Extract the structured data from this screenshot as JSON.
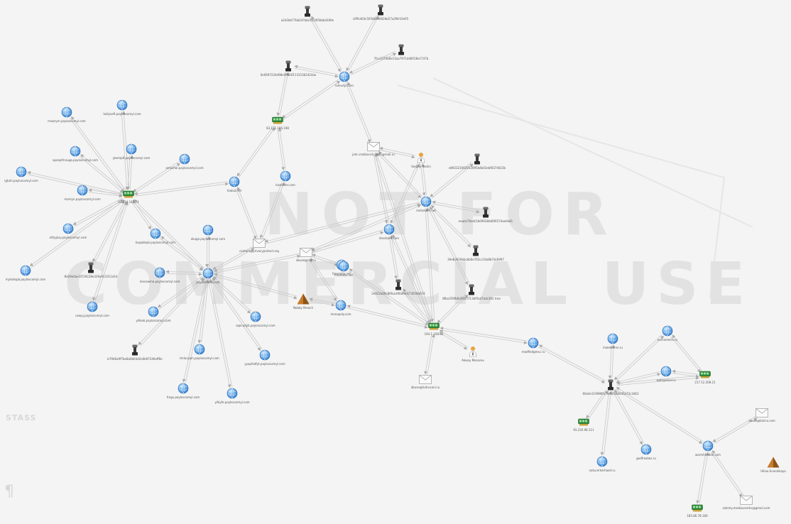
{
  "watermark": {
    "line1": "NOT FOR",
    "line2": "COMMERCIAL USE",
    "logo": "STASS",
    "color": "#e2e2e2"
  },
  "colors": {
    "edge": "#c8c8c8",
    "arrow": "#aaaaaa",
    "label": "#555555",
    "globe": "#3a87d6",
    "person": "#e8a33a",
    "pyramid": "#c87b2a",
    "netblock": "#2f8a3a"
  },
  "nodes": [
    {
      "id": "n_hash1",
      "type": "hash",
      "label": "a2d2bb77bb2d7bbc2fc005bbbd300e"
    },
    {
      "id": "n_hash2",
      "type": "hash",
      "label": "c0ffcd03c5054bbe602bb57a2f8r10e05"
    },
    {
      "id": "n_hash3",
      "type": "hash",
      "label": "7fcc3375b6e13aa7971dd8558e1747b"
    },
    {
      "id": "n_hash4",
      "type": "hash",
      "label": "0e0697224d98c6f924f11315362424ae"
    },
    {
      "id": "n_lemudyi",
      "type": "domain",
      "label": "lomudyi.com"
    },
    {
      "id": "n_ip83",
      "type": "ip",
      "label": "83.171.186.198"
    },
    {
      "id": "n_email_john",
      "type": "email",
      "label": "john.malkovich.1961@mail.ru"
    },
    {
      "id": "n_sergey",
      "type": "person",
      "label": "Sergey Yashin"
    },
    {
      "id": "n_hash5",
      "type": "hash",
      "label": "e892321062933095b4b02ebf8374023b"
    },
    {
      "id": "n_mahokbrs",
      "type": "domain",
      "label": "mahokbrs.net"
    },
    {
      "id": "n_hash6",
      "type": "hash",
      "label": "eeadc76edc5b09938dd6f0574ae0e81"
    },
    {
      "id": "n_hash7",
      "type": "hash",
      "label": "39eb3626bbcbb0e762cc10a8b7dc6997"
    },
    {
      "id": "n_hash8",
      "type": "hash",
      "label": "8fba359fb6d3925713bf0ad7adc365 trea"
    },
    {
      "id": "n_iteorband",
      "type": "domain",
      "label": "iteorbard.com"
    },
    {
      "id": "n_hash9",
      "type": "hash",
      "label": "2e922a09c86faa39fa89c673056b674"
    },
    {
      "id": "n_foobia",
      "type": "domain",
      "label": "foobia.net"
    },
    {
      "id": "n_lozovcfer",
      "type": "domain",
      "label": "lozovcfer.com"
    },
    {
      "id": "n_freeradio",
      "type": "domain",
      "label": "freeradio.net"
    },
    {
      "id": "n_email_contact",
      "type": "email",
      "label": "contact@privacyprotect.org"
    },
    {
      "id": "n_email_abuse_reg",
      "type": "email",
      "label": "abuse@reg.ru"
    },
    {
      "id": "n_frolenkov",
      "type": "domain",
      "label": "frolenkov.net"
    },
    {
      "id": "n_monopoly",
      "type": "domain",
      "label": "monopoly.com"
    },
    {
      "id": "n_nobby",
      "type": "pyramid",
      "label": "Nobby Breach"
    },
    {
      "id": "n_ip194",
      "type": "ip",
      "label": "194.1.168.86"
    },
    {
      "id": "n_alexey",
      "type": "person",
      "label": "Alexey Monarev"
    },
    {
      "id": "n_email_abuse_h",
      "type": "email",
      "label": "abuse@hatruconi.ru"
    },
    {
      "id": "n_madfiedgmsc",
      "type": "domain",
      "label": "madfiedgmsc.ru"
    },
    {
      "id": "n_ip51",
      "type": "ip",
      "label": "51.254.145.74"
    },
    {
      "id": "n_paylosc",
      "type": "domain",
      "label": "payloscomy.com"
    },
    {
      "id": "n_holly",
      "type": "domain",
      "label": "hollysoft.payloscomyl.com"
    },
    {
      "id": "n_mawrym",
      "type": "domain",
      "label": "mawrym.payloscomyl.com"
    },
    {
      "id": "n_yberep",
      "type": "domain",
      "label": "yberep9.payloscomyl.com"
    },
    {
      "id": "n_apeaty",
      "type": "domain",
      "label": "apeaythrougo.payloscomyl.com"
    },
    {
      "id": "n_amachal",
      "type": "domain",
      "label": "amachal.payloscomyl.com"
    },
    {
      "id": "n_igtuhi",
      "type": "domain",
      "label": "igtuhi.payloscomyl.com"
    },
    {
      "id": "n_mamyn",
      "type": "domain",
      "label": "mamyn.payloscomyl.com"
    },
    {
      "id": "n_eittyjasy",
      "type": "domain",
      "label": "eittyjasy.payloscomyl.com"
    },
    {
      "id": "n_buqadayb",
      "type": "domain",
      "label": "buqadayb.payloscomyl.com"
    },
    {
      "id": "n_ekuge",
      "type": "domain",
      "label": "ekuge.payloscomyl.com"
    },
    {
      "id": "n_hash10",
      "type": "hash",
      "label": "8d29e0ae1f159228e326e911011d2d"
    },
    {
      "id": "n_mocawme",
      "type": "domain",
      "label": "mocawme.payloscomyl.com"
    },
    {
      "id": "n_mytodopb",
      "type": "domain",
      "label": "mytodopb.payloscomyl.com"
    },
    {
      "id": "n_uxwyj",
      "type": "domain",
      "label": "uxwyj.payloscomyl.com"
    },
    {
      "id": "n_yilikeb",
      "type": "domain",
      "label": "yilikeb.payloscomyl.com"
    },
    {
      "id": "n_sqecudyb",
      "type": "domain",
      "label": "sqecudyb.payloscomyl.com"
    },
    {
      "id": "n_hash11",
      "type": "hash",
      "label": "b79d6a9f7be8a0b04d2e0b97246eff8e"
    },
    {
      "id": "n_tmluryqm",
      "type": "domain",
      "label": "tmluryqm.payloscomyl.com"
    },
    {
      "id": "n_yyopfodfyt",
      "type": "domain",
      "label": "yyopfodfyt.payloscomyl.com"
    },
    {
      "id": "n_frogu",
      "type": "domain",
      "label": "frogu.payloscomyl.com"
    },
    {
      "id": "n_yilkyfe",
      "type": "domain",
      "label": "yilkyfe.payloscomyl.com"
    },
    {
      "id": "n_makeberve",
      "type": "domain",
      "label": "makeberve.ru"
    },
    {
      "id": "n_ourcomeria",
      "type": "domain",
      "label": "ourcomeria.ru"
    },
    {
      "id": "n_wallsperior",
      "type": "domain",
      "label": "wallsperior.ru"
    },
    {
      "id": "n_ip217",
      "type": "ip",
      "label": "217.12.208.21"
    },
    {
      "id": "n_hash12",
      "type": "hash",
      "label": "60a4e119986fa7ec02a480d5a72c3d63"
    },
    {
      "id": "n_email_abuse_b",
      "type": "email",
      "label": "abuse@bixico.com"
    },
    {
      "id": "n_ip93",
      "type": "ip",
      "label": "93.220.98.111"
    },
    {
      "id": "n_godfreatws",
      "type": "domain",
      "label": "godfreatws.ru"
    },
    {
      "id": "n_warmheadee",
      "type": "domain",
      "label": "warmheadee.com"
    },
    {
      "id": "n_natucerkerhaed",
      "type": "domain",
      "label": "natucerkerhaed.ru"
    },
    {
      "id": "n_ulkaa",
      "type": "pyramid",
      "label": "Ulkaa Evantskaya"
    },
    {
      "id": "n_ip185",
      "type": "ip",
      "label": "185.86.78.166"
    },
    {
      "id": "n_email_zalemy",
      "type": "email",
      "label": "zalemy.mesbounerks@gmail.com"
    }
  ]
}
